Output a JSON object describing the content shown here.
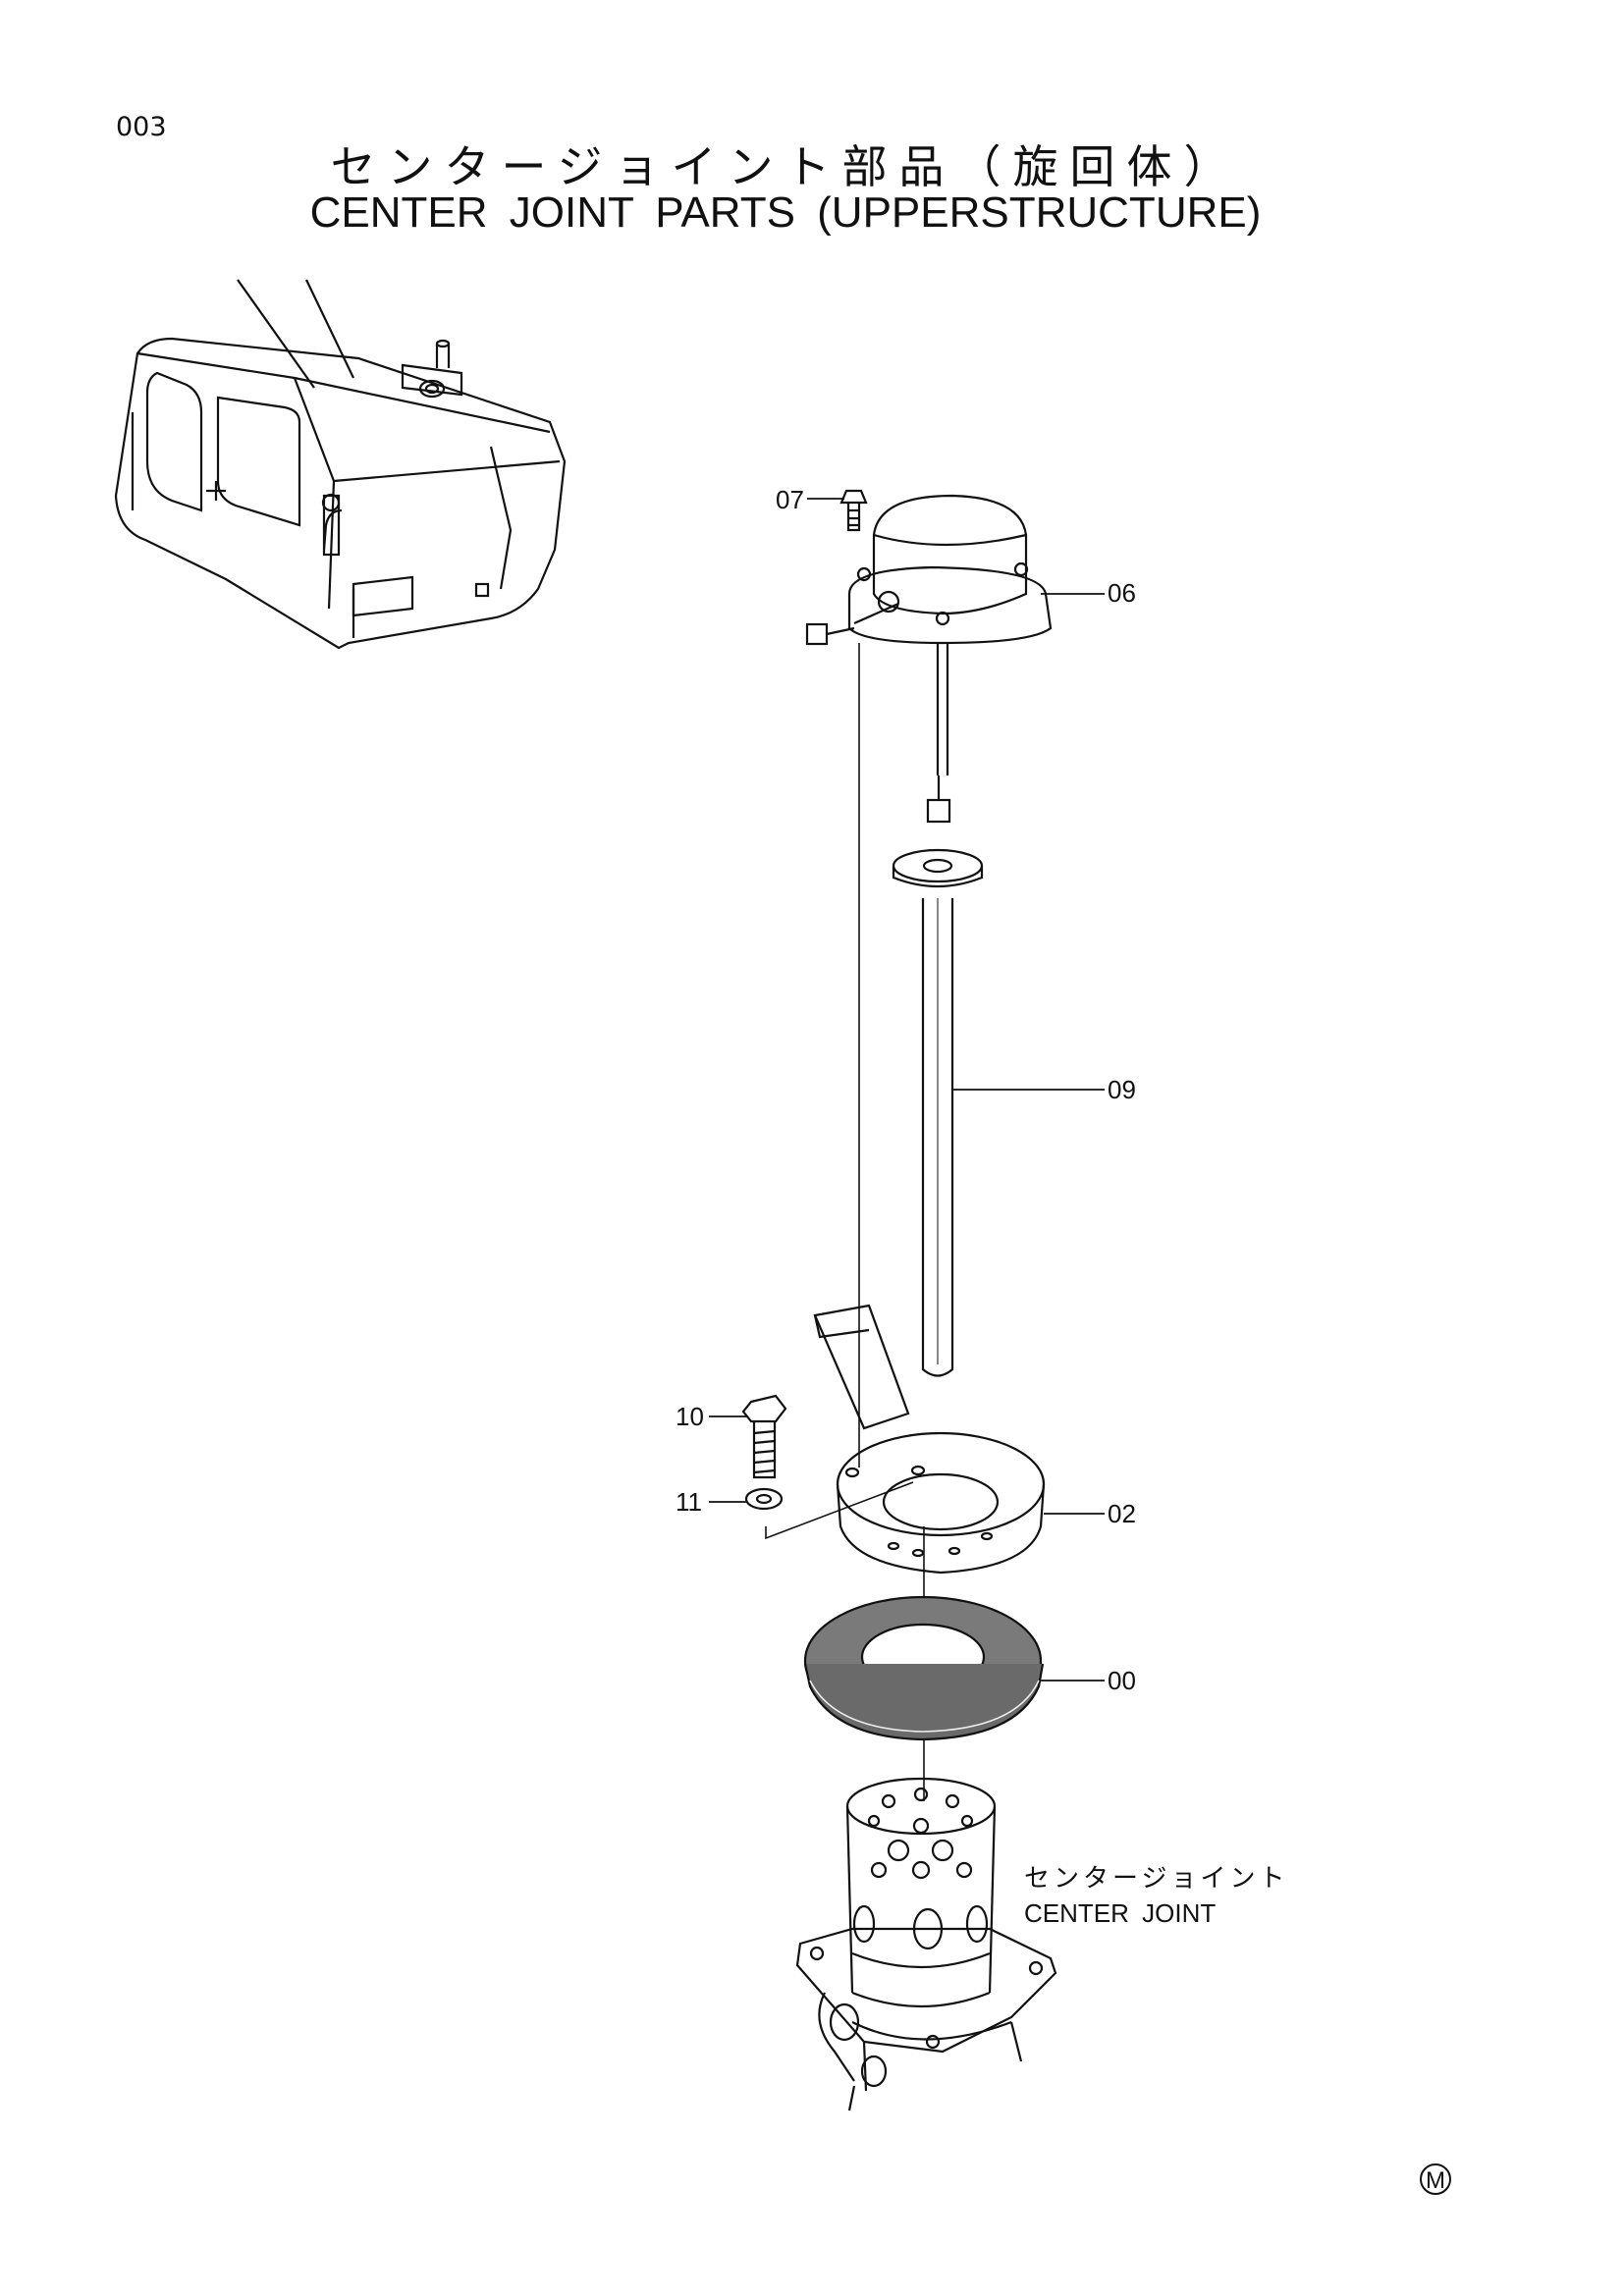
{
  "page_code": "003",
  "title_jp": "センタージョイント部品（旋回体）",
  "title_en": "CENTER JOINT PARTS (UPPERSTRUCTURE)",
  "parts": [
    {
      "no": "07"
    },
    {
      "no": "06"
    },
    {
      "no": "09"
    },
    {
      "no": "10"
    },
    {
      "no": "11"
    },
    {
      "no": "02"
    },
    {
      "no": "00"
    }
  ],
  "center_joint": {
    "label_jp": "センタージョイント",
    "label_en": "CENTER JOINT"
  },
  "corner_mark": "M"
}
